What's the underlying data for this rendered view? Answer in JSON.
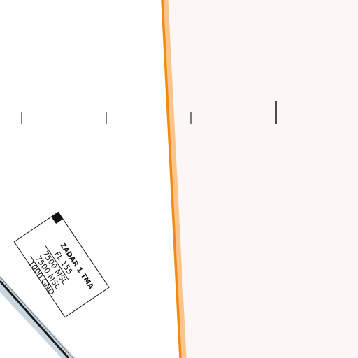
{
  "airspace": {
    "name": "ZADAR 1 TMA",
    "upper_limit": "FL 155",
    "lower_limit_1": "7500 MSL",
    "lower_limit_2": "7500 MSL",
    "lower_limit_3": "1000 GND"
  },
  "colors": {
    "boundary": "#f28a12",
    "boundary_halo": "#fbc48a",
    "shaded_area": "#fcf7f5",
    "line": "#000000",
    "label_bg": "#ffffff"
  }
}
